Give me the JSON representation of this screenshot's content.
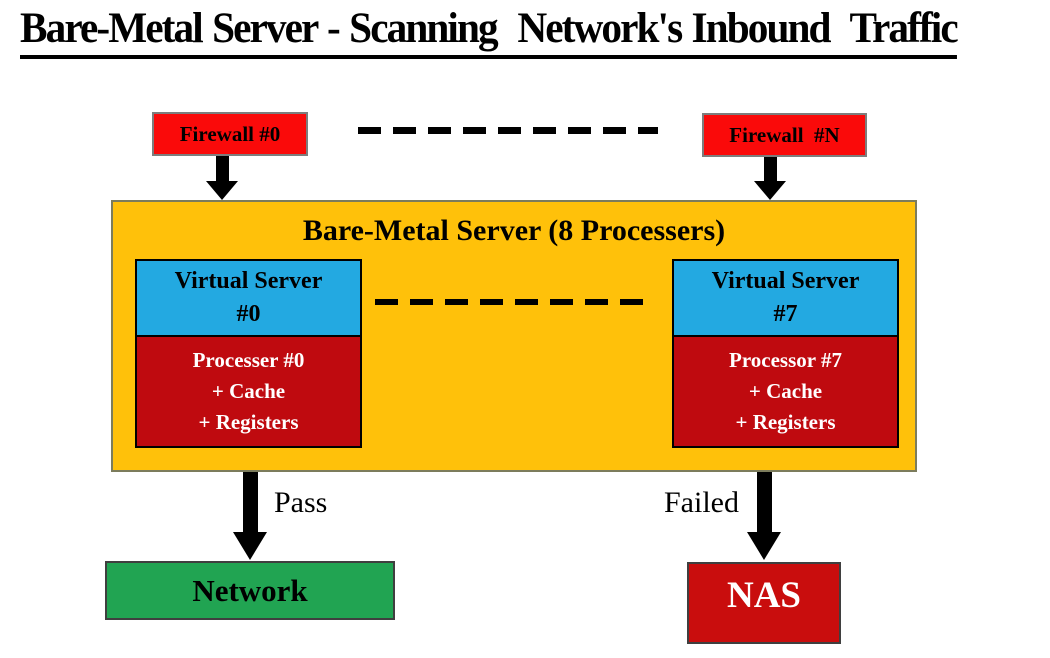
{
  "title": "Bare-Metal Server - Scanning  Network's Inbound  Traffic",
  "firewalls": [
    {
      "label": "Firewall #0"
    },
    {
      "label": "Firewall  #N"
    }
  ],
  "server": {
    "title": "Bare-Metal Server (8 Processers)",
    "stacks": [
      {
        "virtual_line1": "Virtual Server",
        "virtual_line2": "#0",
        "proc_line1": "Processer #0",
        "proc_line2": "+ Cache",
        "proc_line3": "+ Registers"
      },
      {
        "virtual_line1": "Virtual Server",
        "virtual_line2": "#7",
        "proc_line1": "Processor #7",
        "proc_line2": "+ Cache",
        "proc_line3": "+ Registers"
      }
    ]
  },
  "outcomes": {
    "pass_label": "Pass",
    "failed_label": "Failed"
  },
  "destinations": {
    "network_label": "Network",
    "nas_label": "NAS"
  },
  "colors": {
    "firewall_red": "#fa0a0a",
    "server_orange": "#ffc10a",
    "virtual_server_blue": "#23a9e1",
    "processor_dark_red": "#bf0a0f",
    "network_green": "#21a452",
    "nas_dark_red": "#c90d0d",
    "arrow_black": "#000000"
  }
}
